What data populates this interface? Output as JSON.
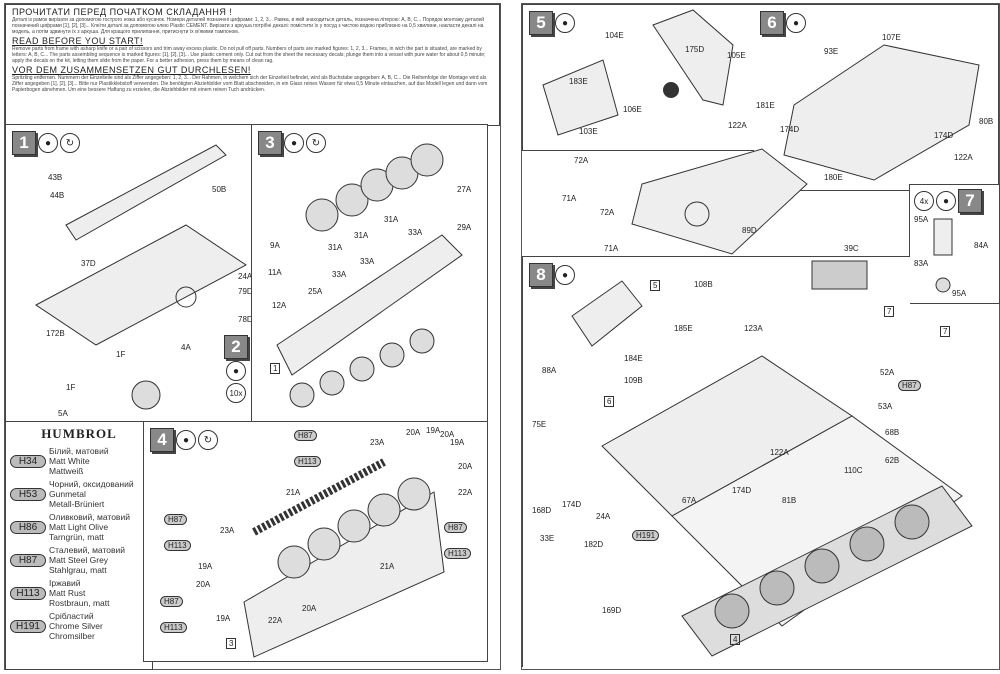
{
  "header": {
    "uk_title": "ПРОЧИТАТИ ПЕРЕД ПОЧАТКОМ СКЛАДАННЯ !",
    "uk_text": "Деталі із рамок вирізати за допомогою гострого ножа або кусачок. Номери деталей позначені цифрами: 1, 2, 3... Рамка, в якій знаходиться деталь, позначена літерою: A, B, C... Порядок монтажу деталей позначений цифрами [1], [2], [3]... Клеїти деталі за допомогою клею Plastic CEMENT. Вирізати з аркуша потрібні декалі: помістити їх у посуд з чистою водою приблизно на 0,5 хвилини, накласти декалі на модель, а потім здвинути їх з аркуша. Для кращого прилипання, притиснути їх м'якими тампоном.",
    "en_title": "READ BEFORE YOU START!",
    "en_text": "Remove parts from frame with asharp knife or a pair of scissors and trim away excess plastic. Do not pull off parts. Numbers of parts are marked figures: 1, 2, 3... Frames, in wich the part is situated, are marked by letters: A, B, C... The parts assembling sequence is marked figures: [1], [2], [3]... Use plastic cement only. Cut out from the sheet the necessary decals; plunge them into a vessel with pure water for about 0,5 minute; apply the decals on the kit, letting them slide from the paper. For a better adhesion, press them by means of clean rag.",
    "de_title": "VOR DEM ZUSAMMENSETZEN GUT DURCHLESEN!",
    "de_text": "Spritzling entfernen. Nummern der Einzelteile sind als Ziffer angegeben: 1, 2, 3... Der Rahmen, in welchem sich der Einzelteil befindet, wird als Buchstabe angegeben: A, B, C... Die Reihenfolge der Montage wird als Ziffer angegeben [1], [2], [3]... Bitte nur Plastikklebstoff verwenden. Die benötigten Abziehbilder vom Blatt abschneiden, in ein Glass reines Wasser für etwa 0,5 Minute eintauchen, auf das Modell legen und dann vom Papierbogen abnehmen. Um eine bessere Haftung zu erzielen, die Abziehbilder mit einem reinen Tuch andrücken."
  },
  "humbrol": {
    "title": "HUMBROL",
    "paints": [
      {
        "code": "H34",
        "uk": "Білий, матовий",
        "en": "Matt White",
        "de": "Mattweiß"
      },
      {
        "code": "H53",
        "uk": "Чорний, оксидований",
        "en": "Gunmetal",
        "de": "Metall-Brüniert"
      },
      {
        "code": "H86",
        "uk": "Оливковий, матовий",
        "en": "Matt Light Olive",
        "de": "Tarngrün, matt"
      },
      {
        "code": "H87",
        "uk": "Сталевий, матовий",
        "en": "Matt Steel Grey",
        "de": "Stahlgrau, matt"
      },
      {
        "code": "H113",
        "uk": "Іржавий",
        "en": "Matt Rust",
        "de": "Rostbraun, matt"
      },
      {
        "code": "H191",
        "uk": "Срібластий",
        "en": "Chrome Silver",
        "de": "Chromsilber"
      }
    ]
  },
  "steps": {
    "s1": "1",
    "s2": "2",
    "s3": "3",
    "s4": "4",
    "s5": "5",
    "s6": "6",
    "s7": "7",
    "s8": "8",
    "s7_qty": "4x",
    "s2_qty": "10x"
  },
  "parts": {
    "p1": [
      "43B",
      "44B",
      "50B",
      "37D",
      "24A",
      "79D",
      "78D",
      "172B"
    ],
    "p2": [
      "1F",
      "1F",
      "4A",
      "5A"
    ],
    "p3": [
      "27A",
      "29A",
      "9A",
      "11A",
      "31A",
      "31A",
      "31A",
      "33A",
      "33A",
      "33A",
      "25A",
      "12A",
      "1"
    ],
    "p4": [
      "H87",
      "H113",
      "23A",
      "20A",
      "19A",
      "20A",
      "19A",
      "20A",
      "21A",
      "22A",
      "H87",
      "H113",
      "H87",
      "H113",
      "23A",
      "19A",
      "20A",
      "21A",
      "22A",
      "20A",
      "H87",
      "H113",
      "19A",
      "3"
    ],
    "p5": [
      "104E",
      "175D",
      "105E",
      "183E",
      "106E",
      "103E"
    ],
    "p6": [
      "107E",
      "93E",
      "181E",
      "122A",
      "174D",
      "80B",
      "174D",
      "122A",
      "180E",
      "89D",
      "72A",
      "71A",
      "72A",
      "71A"
    ],
    "p7": [
      "95A",
      "84A",
      "83A",
      "95A"
    ],
    "p8": [
      "39C",
      "5",
      "108B",
      "185E",
      "123A",
      "7",
      "7",
      "88A",
      "184E",
      "109B",
      "52A",
      "H87",
      "53A",
      "6",
      "75E",
      "122A",
      "68B",
      "62B",
      "110C",
      "174D",
      "81B",
      "168D",
      "174D",
      "24A",
      "67A",
      "33E",
      "182D",
      "H191",
      "169D",
      "4"
    ]
  }
}
